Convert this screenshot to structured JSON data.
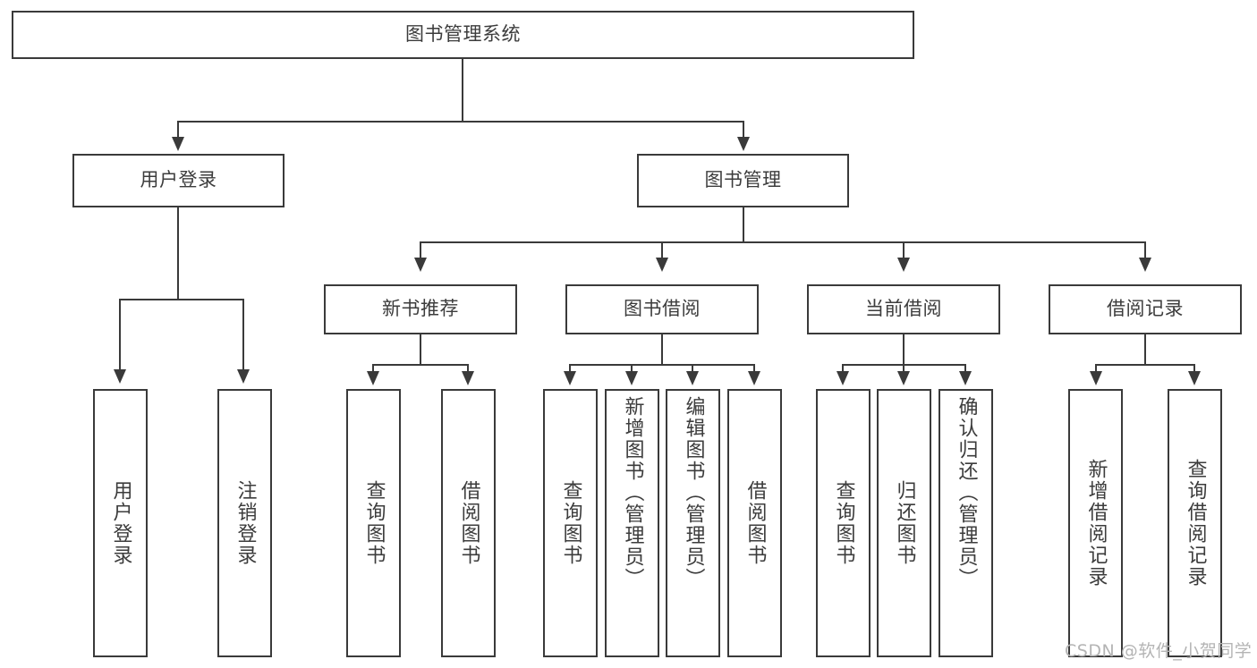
{
  "diagram": {
    "title": "图书管理系统",
    "type": "hierarchy-tree",
    "watermark": "CSDN @软件_小贺同学",
    "colors": {
      "stroke": "#3a3a3a",
      "fill": "#ffffff",
      "text": "#3c3c3c",
      "watermark": "#b4b4b4"
    },
    "root": {
      "label": "图书管理系统"
    },
    "level2": [
      {
        "label": "用户登录"
      },
      {
        "label": "图书管理"
      }
    ],
    "level3": [
      {
        "label": "新书推荐"
      },
      {
        "label": "图书借阅"
      },
      {
        "label": "当前借阅"
      },
      {
        "label": "借阅记录"
      }
    ],
    "leaves": {
      "user_login": [
        {
          "label": "用户登录"
        },
        {
          "label": "注销登录"
        }
      ],
      "new_book": [
        {
          "label": "查询图书"
        },
        {
          "label": "借阅图书"
        }
      ],
      "book_borrow": [
        {
          "label": "查询图书"
        },
        {
          "label": "新增图书（管理员）"
        },
        {
          "label": "编辑图书（管理员）"
        },
        {
          "label": "借阅图书"
        }
      ],
      "current_borrow": [
        {
          "label": "查询图书"
        },
        {
          "label": "归还图书"
        },
        {
          "label": "确认归还（管理员）"
        }
      ],
      "borrow_record": [
        {
          "label": "新增借阅记录"
        },
        {
          "label": "查询借阅记录"
        }
      ]
    }
  }
}
